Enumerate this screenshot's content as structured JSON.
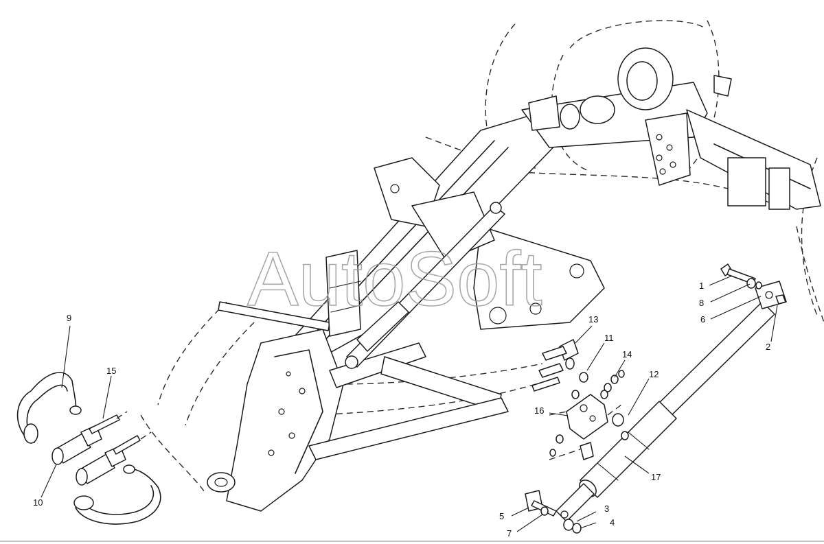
{
  "watermark": "AutoSoft",
  "callouts": [
    {
      "id": "c1",
      "label": "1"
    },
    {
      "id": "c2",
      "label": "2"
    },
    {
      "id": "c3",
      "label": "3"
    },
    {
      "id": "c4",
      "label": "4"
    },
    {
      "id": "c5",
      "label": "5"
    },
    {
      "id": "c6",
      "label": "6"
    },
    {
      "id": "c7",
      "label": "7"
    },
    {
      "id": "c8",
      "label": "8"
    },
    {
      "id": "c9",
      "label": "9"
    },
    {
      "id": "c10",
      "label": "10"
    },
    {
      "id": "c11",
      "label": "11"
    },
    {
      "id": "c12",
      "label": "12"
    },
    {
      "id": "c13",
      "label": "13"
    },
    {
      "id": "c14",
      "label": "14"
    },
    {
      "id": "c15",
      "label": "15"
    },
    {
      "id": "c16",
      "label": "16"
    },
    {
      "id": "c17",
      "label": "17"
    }
  ]
}
